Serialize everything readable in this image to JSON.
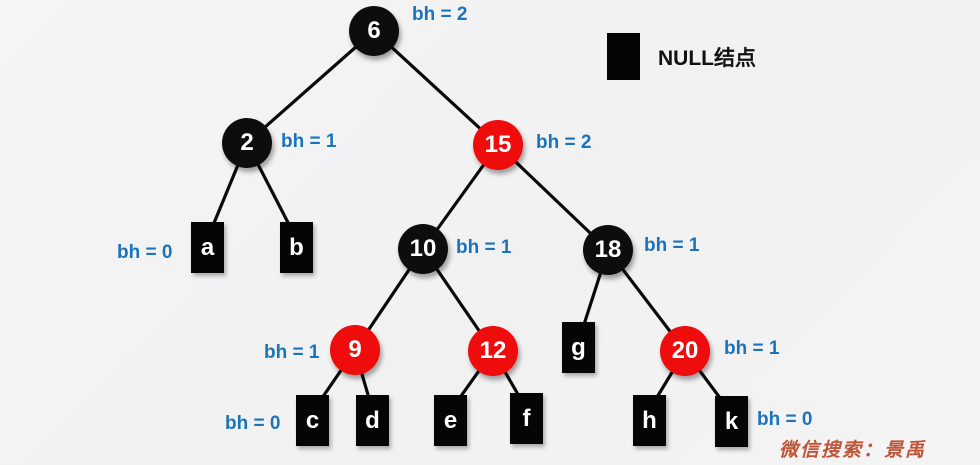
{
  "diagram": {
    "type": "red-black-tree",
    "colors": {
      "black_node": "#0d0d0d",
      "red_node": "#ee0c0c",
      "bh_label_blue": "#1b74bb",
      "node_text": "#ffffff",
      "edge": "#0a0a0a",
      "watermark": "#bf5639",
      "background": "#f3f3f4"
    },
    "nodes": {
      "n6": {
        "value": "6",
        "color": "black",
        "bh": "bh = 2"
      },
      "n2": {
        "value": "2",
        "color": "black",
        "bh": "bh = 1"
      },
      "n15": {
        "value": "15",
        "color": "red",
        "bh": "bh = 2"
      },
      "n10": {
        "value": "10",
        "color": "black",
        "bh": "bh = 1"
      },
      "n18": {
        "value": "18",
        "color": "black",
        "bh": "bh = 1"
      },
      "n9": {
        "value": "9",
        "color": "red",
        "bh": "bh = 1"
      },
      "n12": {
        "value": "12",
        "color": "red"
      },
      "n20": {
        "value": "20",
        "color": "red",
        "bh": "bh = 1"
      }
    },
    "null_nodes": {
      "a": {
        "value": "a"
      },
      "b": {
        "value": "b"
      },
      "c": {
        "value": "c"
      },
      "d": {
        "value": "d"
      },
      "e": {
        "value": "e"
      },
      "f": {
        "value": "f"
      },
      "g": {
        "value": "g"
      },
      "h": {
        "value": "h"
      },
      "k": {
        "value": "k"
      }
    },
    "row_labels": {
      "null_row_left": "bh = 0",
      "null_row_mid": "bh = 0",
      "null_row_right": "bh = 0"
    },
    "edges": [
      [
        "6",
        "2"
      ],
      [
        "6",
        "15"
      ],
      [
        "2",
        "a"
      ],
      [
        "2",
        "b"
      ],
      [
        "15",
        "10"
      ],
      [
        "15",
        "18"
      ],
      [
        "10",
        "9"
      ],
      [
        "10",
        "12"
      ],
      [
        "18",
        "g"
      ],
      [
        "18",
        "20"
      ],
      [
        "9",
        "c"
      ],
      [
        "9",
        "d"
      ],
      [
        "12",
        "e"
      ],
      [
        "12",
        "f"
      ],
      [
        "20",
        "h"
      ],
      [
        "20",
        "k"
      ]
    ],
    "legend": {
      "label": "NULL结点"
    },
    "watermark": "微信搜索：景禹"
  }
}
